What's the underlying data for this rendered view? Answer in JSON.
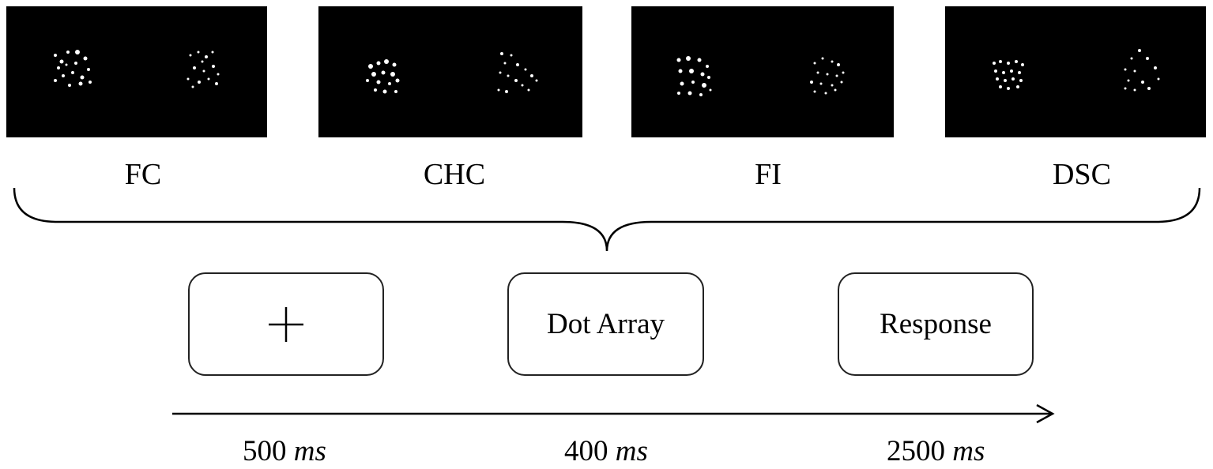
{
  "conditions": [
    {
      "label": "FC"
    },
    {
      "label": "CHC"
    },
    {
      "label": "FI"
    },
    {
      "label": "DSC"
    }
  ],
  "trial_steps": [
    {
      "label": "",
      "icon": "fixation-cross-icon",
      "duration": "500",
      "unit": "ms"
    },
    {
      "label": "Dot Array",
      "duration": "400",
      "unit": "ms"
    },
    {
      "label": "Response",
      "duration": "2500",
      "unit": "ms"
    }
  ],
  "colors": {
    "panel_background": "#000000",
    "dot": "#ffffff",
    "line": "#000000"
  }
}
